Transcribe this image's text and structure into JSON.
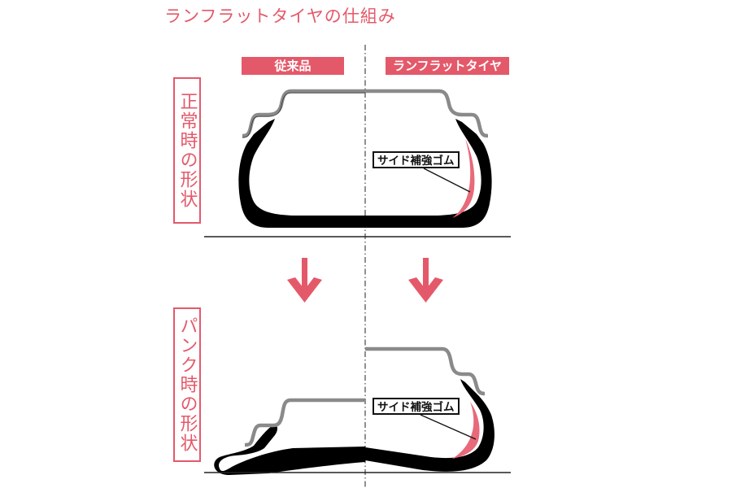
{
  "title": "ランフラットタイヤの仕組み",
  "columns": {
    "conventional": "従来品",
    "runflat": "ランフラットタイヤ"
  },
  "rows": {
    "normal": "正常時の形状",
    "puncture": "パンク時の形状"
  },
  "callouts": {
    "normal_runflat": "サイド補強ゴム",
    "puncture_runflat": "サイド補強ゴム"
  },
  "colors": {
    "accent": "#e4596a",
    "tire": "#000000",
    "rim": "#8a8a8a",
    "reinforcement": "#e8697a"
  }
}
